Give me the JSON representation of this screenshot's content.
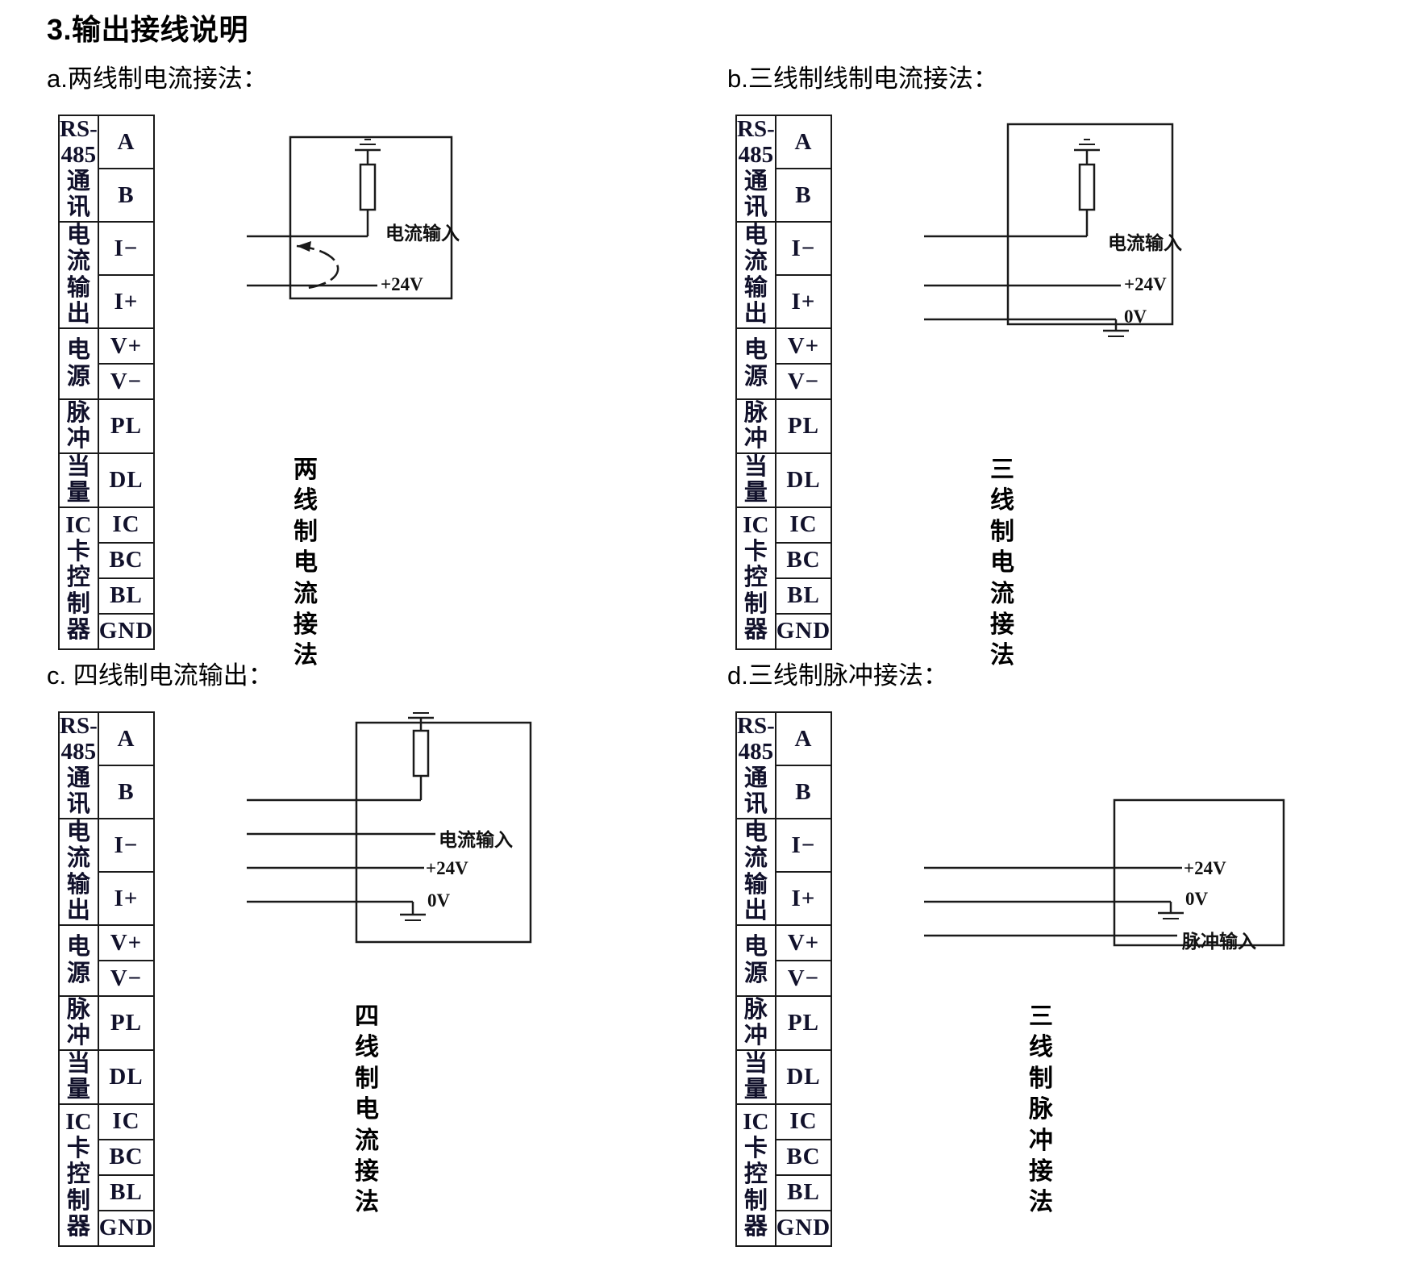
{
  "document": {
    "title": "3.输出接线说明"
  },
  "terminal_table": {
    "rows": [
      {
        "group": "RS-485",
        "group_line2": "通讯",
        "group_rowspan": 2,
        "signal": "A"
      },
      {
        "signal": "B"
      },
      {
        "group": "电流",
        "group_line2": "输出",
        "group_rowspan": 2,
        "signal": "I−"
      },
      {
        "signal": "I+"
      },
      {
        "group": "电源",
        "group_line2": "",
        "group_rowspan": 2,
        "signal": "V+"
      },
      {
        "signal": "V−"
      },
      {
        "group": "脉冲",
        "group_line2": "",
        "group_rowspan": 1,
        "signal": "PL"
      },
      {
        "group": "当量",
        "group_line2": "",
        "group_rowspan": 1,
        "signal": "DL"
      },
      {
        "group": "IC卡",
        "group_line2": "控制器",
        "group_rowspan": 4,
        "signal": "IC"
      },
      {
        "signal": "BC"
      },
      {
        "signal": "BL"
      },
      {
        "signal": "GND"
      }
    ]
  },
  "panels": [
    {
      "id": "a",
      "title": "a.两线制电流接法：",
      "caption": "两线制电\n流接法",
      "labels": {
        "current_input": "电流输入",
        "v24": "+24V"
      }
    },
    {
      "id": "b",
      "title": "b.三线制线制电流接法：",
      "caption": "三线制电\n流接法",
      "labels": {
        "current_input": "电流输入",
        "v24": "+24V",
        "v0": "0V"
      }
    },
    {
      "id": "c",
      "title": "c. 四线制电流输出：",
      "caption": "四线制电\n流接法",
      "labels": {
        "current_input": "电流输入",
        "v24": "+24V",
        "v0": "0V"
      }
    },
    {
      "id": "d",
      "title": "d.三线制脉冲接法：",
      "caption": "三线制脉\n冲接法",
      "labels": {
        "v24": "+24V",
        "v0": "0V",
        "pulse_input": "脉冲输入"
      }
    }
  ],
  "colors": {
    "ink": "#000000",
    "table_border": "#1a1a1a",
    "background": "#ffffff"
  }
}
